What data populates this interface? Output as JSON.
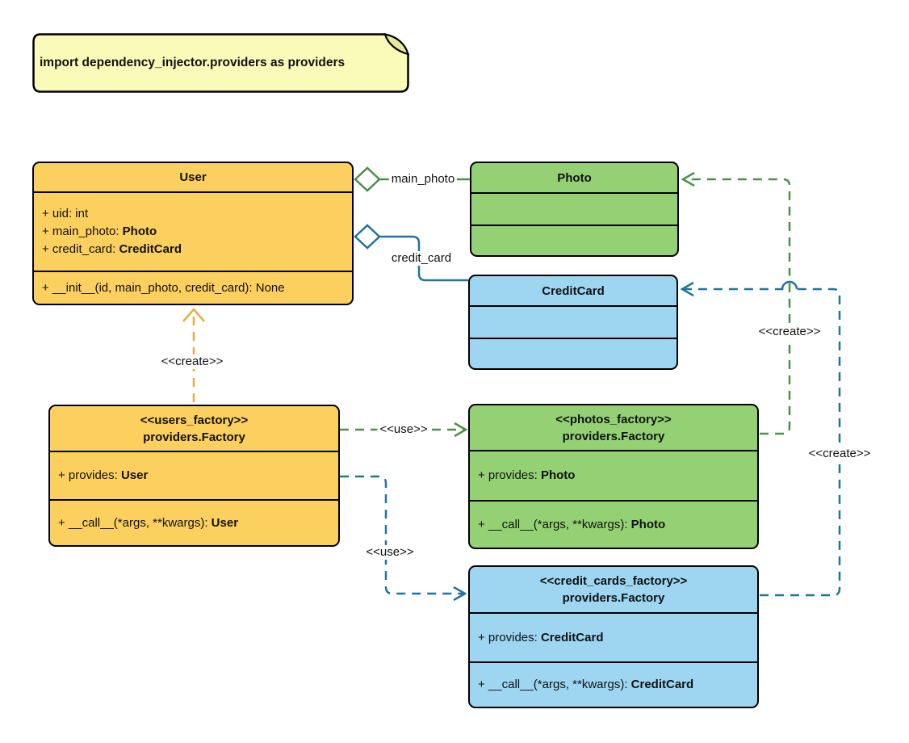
{
  "note": {
    "text": "import dependency_injector.providers as providers"
  },
  "colors": {
    "yellow_fill": "#FCD05F",
    "green_fill": "#94D175",
    "blue_fill": "#9ED5F0",
    "note_fill": "#FBFBB9",
    "note_fold": "#E8E89C",
    "yellow_line": "#E6AE3E",
    "green_line": "#4A9148",
    "blue_line": "#20749B",
    "border": "#000000"
  },
  "classes": {
    "user": {
      "title": "User",
      "attributes": [
        {
          "prefix": "+ uid: int",
          "type": ""
        },
        {
          "prefix": "+ main_photo: ",
          "type": "Photo"
        },
        {
          "prefix": "+ credit_card: ",
          "type": "CreditCard"
        }
      ],
      "methods": [
        {
          "prefix": "+ __init__(id, main_photo, credit_card): None",
          "type": ""
        }
      ]
    },
    "photo": {
      "title": "Photo"
    },
    "credit_card": {
      "title": "CreditCard"
    },
    "users_factory": {
      "stereotype": "<<users_factory>>",
      "title": "providers.Factory",
      "attributes": [
        {
          "prefix": "+ provides: ",
          "type": "User"
        }
      ],
      "methods": [
        {
          "prefix": "+ __call__(*args, **kwargs): ",
          "type": "User"
        }
      ]
    },
    "photos_factory": {
      "stereotype": "<<photos_factory>>",
      "title": "providers.Factory",
      "attributes": [
        {
          "prefix": "+ provides: ",
          "type": "Photo"
        }
      ],
      "methods": [
        {
          "prefix": "+ __call__(*args, **kwargs): ",
          "type": "Photo"
        }
      ]
    },
    "credit_cards_factory": {
      "stereotype": "<<credit_cards_factory>>",
      "title": "providers.Factory",
      "attributes": [
        {
          "prefix": "+ provides: ",
          "type": "CreditCard"
        }
      ],
      "methods": [
        {
          "prefix": "+ __call__(*args, **kwargs): ",
          "type": "CreditCard"
        }
      ]
    }
  },
  "edges": {
    "main_photo": {
      "label": "main_photo"
    },
    "credit_card": {
      "label": "credit_card"
    },
    "user_create": {
      "label": "<<create>>"
    },
    "photos_use": {
      "label": "<<use>>"
    },
    "credit_cards_use": {
      "label": "<<use>>"
    },
    "photo_create": {
      "label": "<<create>>"
    },
    "credit_card_create": {
      "label": "<<create>>"
    }
  }
}
